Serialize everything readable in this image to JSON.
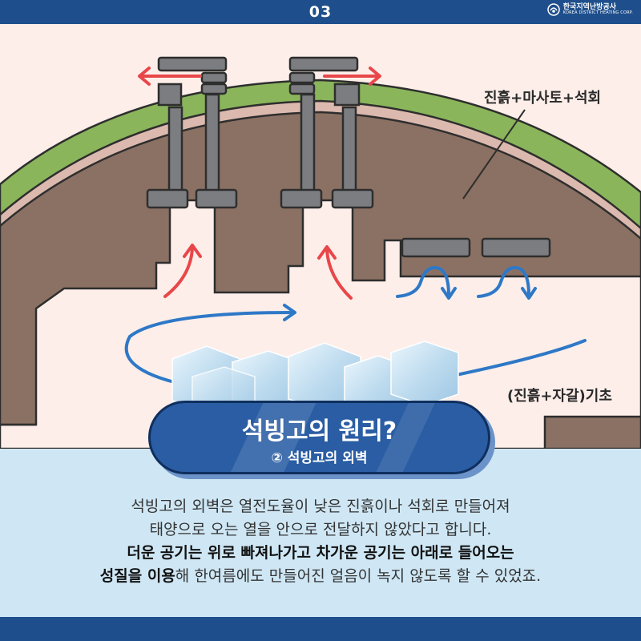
{
  "header": {
    "page_number": "03",
    "logo_korean": "한국지역난방공사",
    "logo_english": "KOREA DISTRICT HEATING CORP."
  },
  "diagram": {
    "labels": {
      "roof_material": "진흙+마사토+석회",
      "foundation_material": "(진흙+자갈)기초"
    },
    "colors": {
      "roof_grass": "#8ab55b",
      "roof_wall": "#8b7163",
      "inner_layer": "#d8b4aa",
      "chimney": "#7c7d80",
      "hot_arrow": "#e8474a",
      "cold_arrow": "#2e78c7",
      "ice": "#c7e2f4"
    }
  },
  "banner": {
    "title": "석빙고의 원리?",
    "subtitle": "② 석빙고의 외벽"
  },
  "body": {
    "line1": "석빙고의 외벽은 열전도율이 낮은 진흙이나 석회로 만들어져",
    "line2": "태양으로 오는 열을 안으로 전달하지 않았다고 합니다.",
    "line3": "더운 공기는 위로 빠져나가고 차가운 공기는 아래로 들어오는",
    "line4_bold": "성질을 이용",
    "line4_rest": "해 한여름에도 만들어진 얼음이 녹지 않도록 할 수 있었죠."
  }
}
